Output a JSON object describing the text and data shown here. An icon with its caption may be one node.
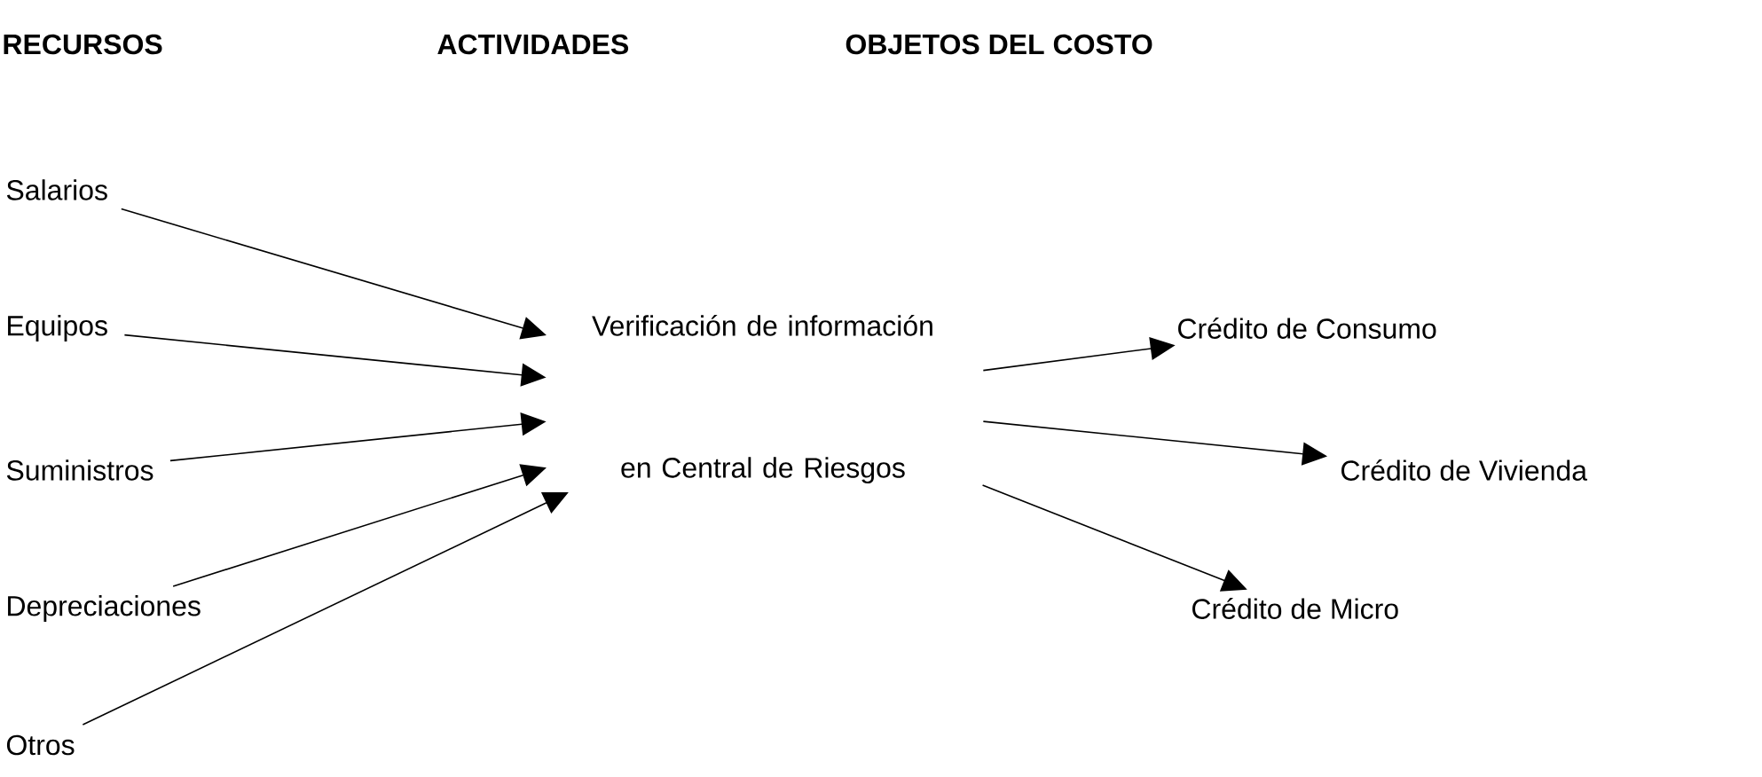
{
  "diagram": {
    "nodes": [
      {
        "text": [
          "Salarios"
        ]
      },
      {
        "text": [
          "Equipos"
        ]
      },
      {
        "text": [
          "Suministros"
        ]
      },
      {
        "text": [
          "Depreciaciones"
        ]
      },
      {
        "text": [
          "Otros"
        ]
      },
      {
        "text": [
          "Verificación de información en Central de Riesgos"
        ]
      },
      {
        "text": [
          "Crédito de Consumo"
        ]
      },
      {
        "text": [
          "Crédito de Vivienda"
        ]
      },
      {
        "text": [
          "Crédito de Micro"
        ]
      }
    ],
    "edges": [
      {
        "from": 0,
        "to": 5,
        "arrow": "to"
      },
      {
        "from": 1,
        "to": 5,
        "arrow": "to"
      },
      {
        "from": 2,
        "to": 5,
        "arrow": "to"
      },
      {
        "from": 3,
        "to": 5,
        "arrow": "to"
      },
      {
        "from": 4,
        "to": 5,
        "arrow": "to"
      },
      {
        "from": 5,
        "to": 6,
        "arrow": "to"
      },
      {
        "from": 5,
        "to": 7,
        "arrow": "to"
      },
      {
        "from": 5,
        "to": 8,
        "arrow": "to"
      }
    ],
    "labels": [
      "RECURSOS",
      "ACTIVIDADES",
      "OBJETOS DEL COSTO"
    ]
  }
}
